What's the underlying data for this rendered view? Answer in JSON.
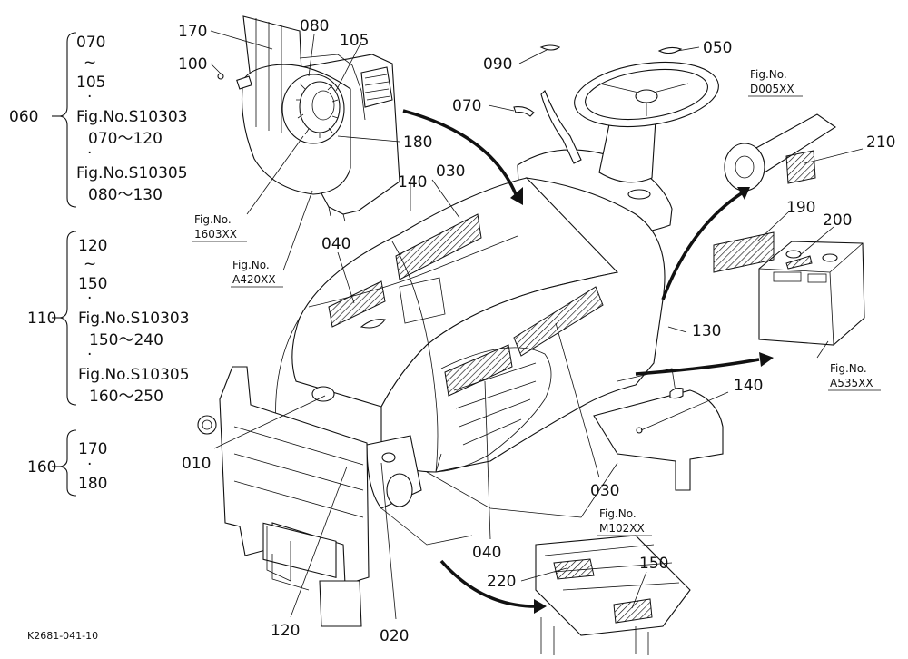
{
  "groups": [
    {
      "code": "060",
      "lines": [
        "070",
        "~",
        "105",
        "·",
        "Fig.No.S10303",
        "070～120",
        "·",
        "Fig.No.S10305",
        "080～130"
      ]
    },
    {
      "code": "110",
      "lines": [
        "120",
        "~",
        "150",
        "·",
        "Fig.No.S10303",
        "150～240",
        "·",
        "Fig.No.S10305",
        "160～250"
      ]
    },
    {
      "code": "160",
      "lines": [
        "170",
        "·",
        "180"
      ]
    }
  ],
  "callouts": {
    "c010": "010",
    "c020": "020",
    "c030a": "030",
    "c030b": "030",
    "c040a": "040",
    "c040b": "040",
    "c050": "050",
    "c070": "070",
    "c080": "080",
    "c090": "090",
    "c100": "100",
    "c105": "105",
    "c120": "120",
    "c130": "130",
    "c140a": "140",
    "c140b": "140",
    "c150": "150",
    "c170": "170",
    "c180": "180",
    "c190": "190",
    "c200": "200",
    "c210": "210",
    "c220": "220"
  },
  "refs": {
    "r1603": {
      "top": "Fig.No.",
      "bottom": "1603XX"
    },
    "rA420": {
      "top": "Fig.No.",
      "bottom": "A420XX"
    },
    "rD005": {
      "top": "Fig.No.",
      "bottom": "D005XX"
    },
    "rA535": {
      "top": "Fig.No.",
      "bottom": "A535XX"
    },
    "rM102": {
      "top": "Fig.No.",
      "bottom": "M102XX"
    }
  },
  "drawing_code": "K2681-041-10",
  "colors": {
    "ink": "#111111",
    "paper": "#ffffff"
  }
}
